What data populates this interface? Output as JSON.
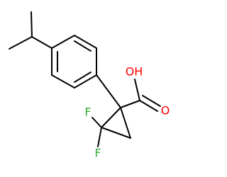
{
  "molecule": {
    "atom_labels": {
      "hydroxyl": "OH",
      "carbonyl_oxygen": "O",
      "fluorine_1": "F",
      "fluorine_2": "F"
    },
    "colors": {
      "bond": "#000000",
      "oxygen": "#ff0000",
      "fluorine": "#33aa33"
    }
  }
}
